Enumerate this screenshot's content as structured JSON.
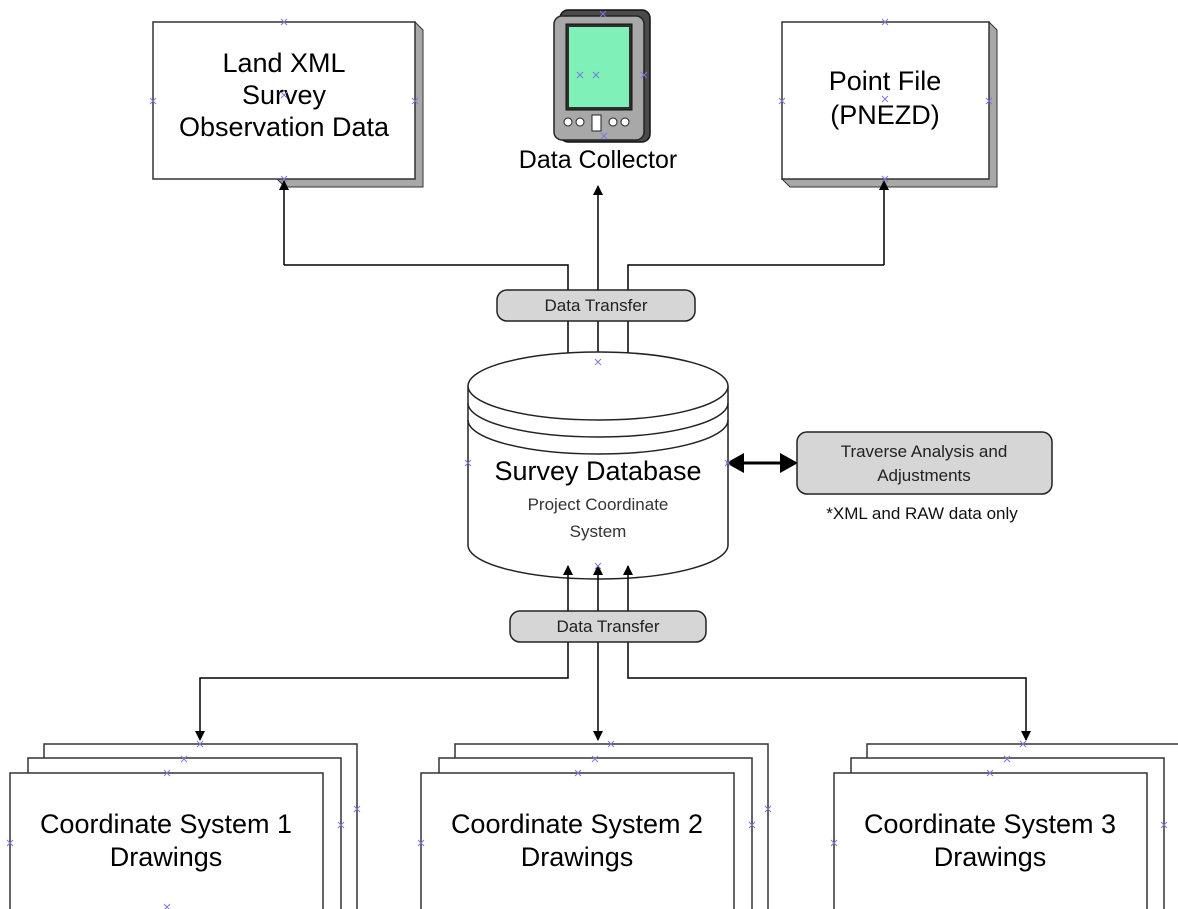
{
  "land_xml_box": {
    "line1": "Land XML",
    "line2": "Survey",
    "line3": "Observation Data"
  },
  "data_collector": {
    "label": "Data Collector",
    "screen_color": "#7ff0b8",
    "icon": "handheld-device-icon"
  },
  "point_file_box": {
    "line1": "Point File",
    "line2": "(PNEZD)"
  },
  "data_transfer_top": {
    "label": "Data Transfer"
  },
  "data_transfer_bottom": {
    "label": "Data Transfer"
  },
  "survey_database": {
    "title": "Survey Database",
    "sub_line1": "Project Coordinate",
    "sub_line2": "System",
    "icon": "database-cylinder-icon"
  },
  "traverse_box": {
    "line1": "Traverse Analysis and",
    "line2": "Adjustments",
    "note": "*XML and RAW data only"
  },
  "drawing_groups": [
    {
      "line1": "Coordinate System 1",
      "line2": "Drawings"
    },
    {
      "line1": "Coordinate System 2",
      "line2": "Drawings"
    },
    {
      "line1": "Coordinate System 3",
      "line2": "Drawings"
    }
  ]
}
